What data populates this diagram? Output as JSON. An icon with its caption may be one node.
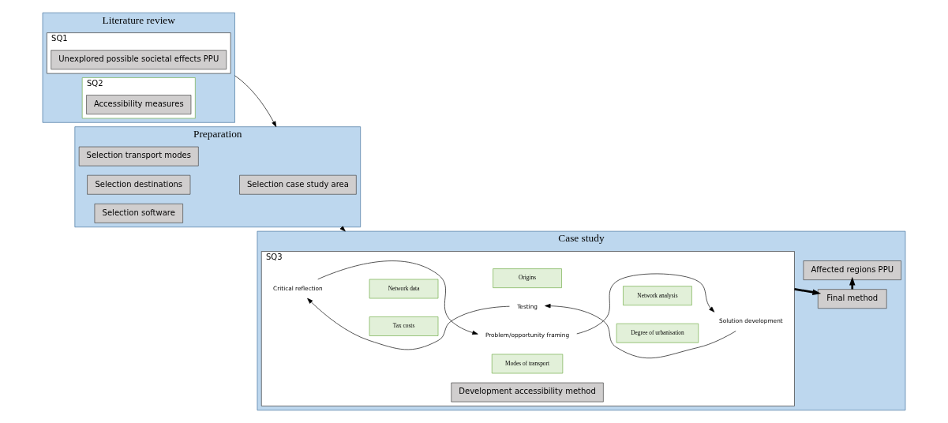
{
  "diagram": {
    "nodes": [
      {
        "text": [
          "Literature review"
        ]
      },
      {
        "text": [
          "SQ1"
        ],
        "in": 0
      },
      {
        "text": [
          "Unexplored possible societal effects PPU"
        ],
        "in": 1
      },
      {
        "text": [
          "SQ2"
        ],
        "in": 0
      },
      {
        "text": [
          "Accessibility measures"
        ],
        "in": 3
      },
      {
        "text": [
          "Preparation"
        ]
      },
      {
        "text": [
          "Selection case study area"
        ],
        "in": 5
      },
      {
        "text": [
          "Selection transport modes"
        ],
        "in": 5
      },
      {
        "text": [
          "Selection destinations"
        ],
        "in": 5
      },
      {
        "text": [
          "Selection software"
        ],
        "in": 5
      },
      {
        "text": [
          "Case study"
        ]
      },
      {
        "text": [
          "SQ3"
        ],
        "in": 10
      },
      {
        "text": [
          "Network data"
        ],
        "in": 11
      },
      {
        "text": [
          "Origins"
        ],
        "in": 11
      },
      {
        "text": [
          "Degree of urbanisation"
        ],
        "in": 11
      },
      {
        "text": [
          "Development accessibility method"
        ],
        "in": 11
      },
      {
        "text": [
          "Tax costs"
        ],
        "in": 11
      },
      {
        "text": [
          "Modes of transport"
        ],
        "in": 11
      },
      {
        "text": [
          "Network analysis"
        ],
        "in": 11
      },
      {
        "text": [
          "Final method"
        ],
        "in": 10
      },
      {
        "text": [
          "Affected regions PPU"
        ],
        "in": 10
      },
      {
        "text": [
          "Problem/opportunity framing"
        ],
        "in": 11
      },
      {
        "text": [
          "Solution development"
        ],
        "in": 11
      },
      {
        "text": [
          "Testing"
        ],
        "in": 11
      },
      {
        "text": [
          "Critical reflection"
        ],
        "in": 11
      }
    ],
    "edges": [
      {
        "from": 0,
        "to": 5,
        "arrow": "to"
      },
      {
        "from": 5,
        "to": 10,
        "arrow": "to"
      },
      {
        "from": 11,
        "to": 19,
        "arrow": "to",
        "style": "thick"
      },
      {
        "from": 19,
        "to": 20,
        "arrow": "to",
        "style": "thick"
      },
      {
        "from": 24,
        "to": 21,
        "arrow": "to"
      },
      {
        "from": 21,
        "to": 22,
        "arrow": "to"
      },
      {
        "from": 22,
        "to": 23,
        "arrow": "to"
      },
      {
        "from": 23,
        "to": 24,
        "arrow": "to"
      }
    ]
  }
}
